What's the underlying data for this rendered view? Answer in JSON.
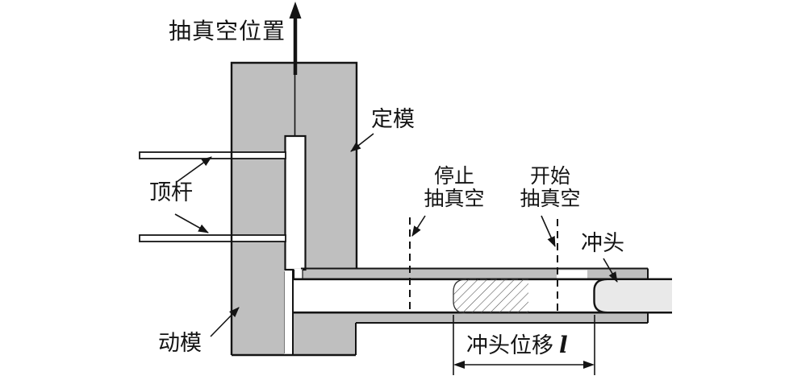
{
  "diagram": {
    "labels": {
      "vacuum_position": "抽真空位置",
      "fixed_die": "定模",
      "ejector_pin": "顶杆",
      "stop_vacuum_line1": "停止",
      "stop_vacuum_line2": "抽真空",
      "start_vacuum_line1": "开始",
      "start_vacuum_line2": "抽真空",
      "punch": "冲头",
      "moving_die": "动模",
      "punch_displacement": "冲头位移",
      "punch_displacement_symbol": "l"
    },
    "colors": {
      "die_fill": "#bfbfbf",
      "punch_fill": "#e9e9e9",
      "line": "#141414",
      "background": "#ffffff"
    }
  }
}
